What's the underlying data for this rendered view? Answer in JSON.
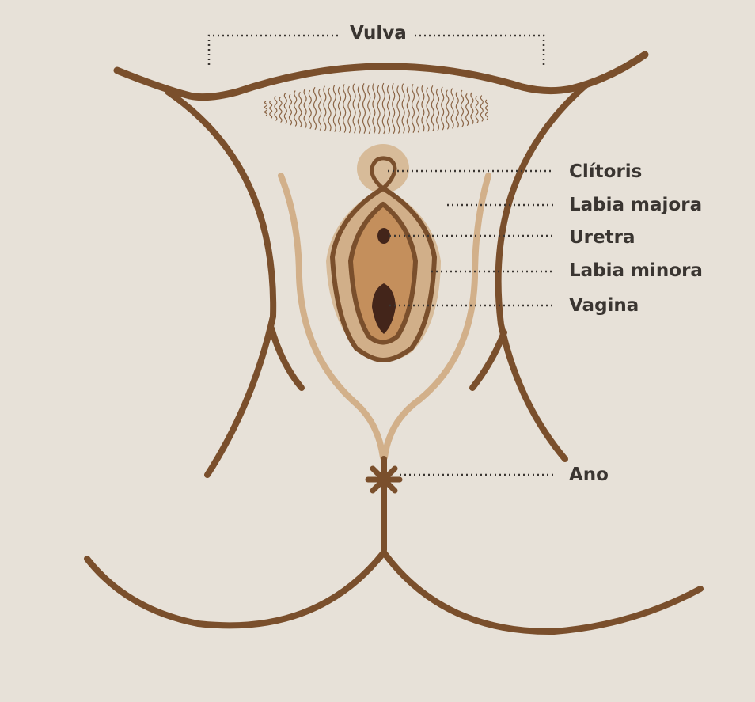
{
  "labels": {
    "vulva": "Vulva",
    "clitoris": "Clítoris",
    "labia_majora": "Labia majora",
    "uretra": "Uretra",
    "labia_minora": "Labia minora",
    "vagina": "Vagina",
    "ano": "Ano"
  },
  "colors": {
    "background": "#e7e1d8",
    "outline_dark": "#7a4f2c",
    "outline_light": "#d2b08a",
    "labia_outer_fill": "#d7bb99",
    "labia_inner_fill": "#c48f5c",
    "opening_dark": "#43251a",
    "label_text": "#3a3531",
    "leader_line": "#3a3531"
  }
}
